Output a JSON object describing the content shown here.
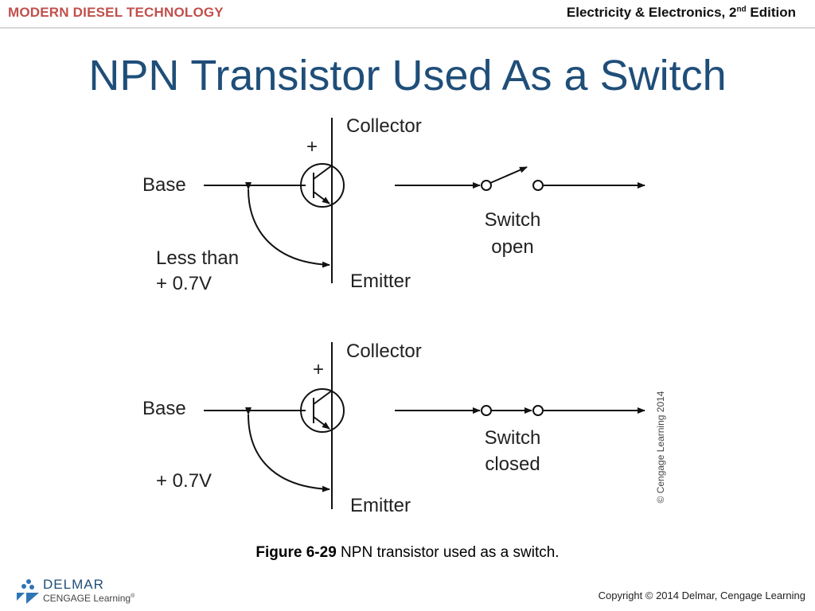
{
  "header": {
    "series": "MODERN DIESEL TECHNOLOGY",
    "book_main": "Electricity & Electronics, 2",
    "book_sup": "nd",
    "book_tail": " Edition"
  },
  "slide": {
    "title": "NPN Transistor Used As a Switch"
  },
  "diagram": {
    "top": {
      "collector_label": "Collector",
      "plus_sign": "+",
      "base_label": "Base",
      "emitter_label": "Emitter",
      "voltage_line1": "Less than",
      "voltage_line2": "+ 0.7V",
      "switch_line1": "Switch",
      "switch_line2": "open"
    },
    "bottom": {
      "collector_label": "Collector",
      "plus_sign": "+",
      "base_label": "Base",
      "emitter_label": "Emitter",
      "voltage_line1": "+ 0.7V",
      "switch_line1": "Switch",
      "switch_line2": "closed"
    },
    "credit": "© Cengage Learning 2014"
  },
  "caption": {
    "figure_number": "Figure 6-29",
    "text": " NPN transistor used as a switch."
  },
  "footer": {
    "logo_line1": "DELMAR",
    "logo_line2": "CENGAGE Learning",
    "logo_tm": "®",
    "copyright": "Copyright © 2014 Delmar, Cengage Learning"
  },
  "colors": {
    "series_red": "#c0504d",
    "title_blue": "#1f4e79"
  }
}
